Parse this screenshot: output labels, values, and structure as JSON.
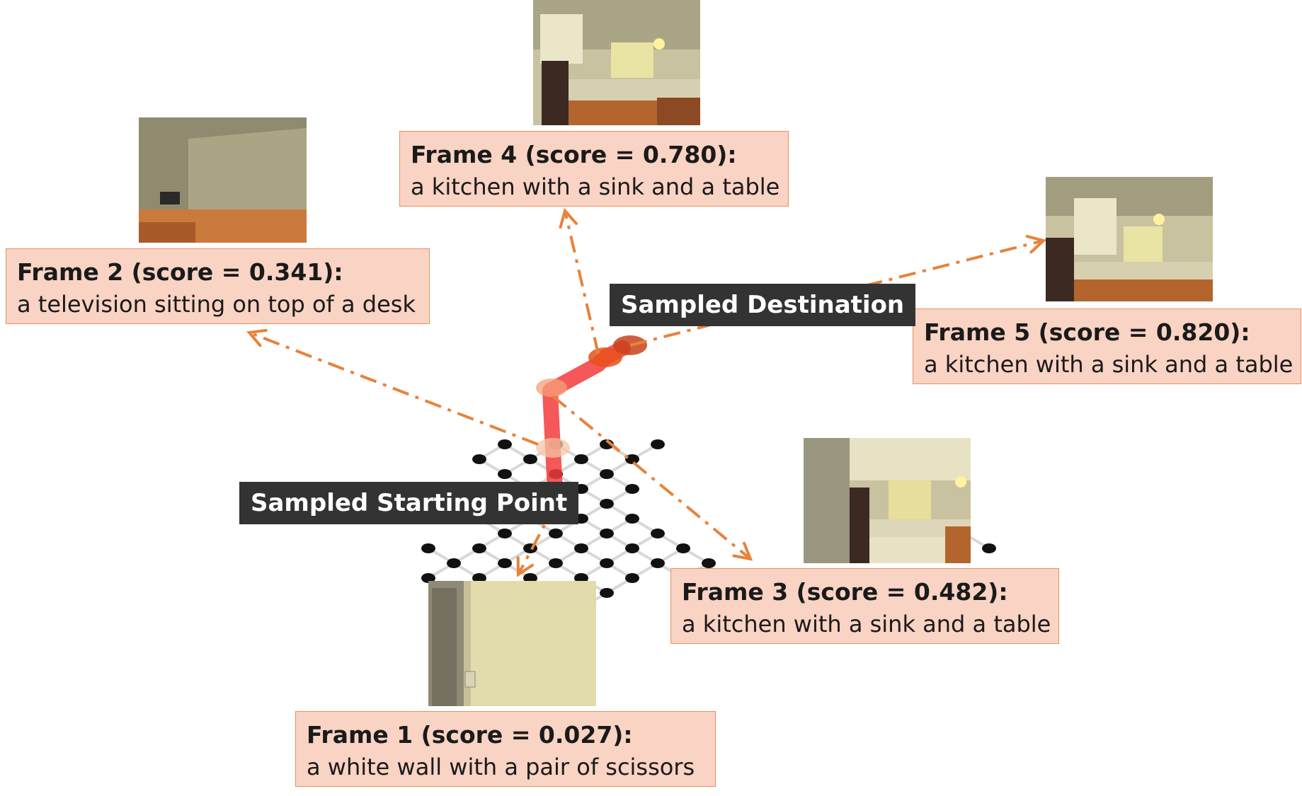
{
  "labels": {
    "destination": "Sampled Destination",
    "start": "Sampled Starting Point"
  },
  "frames": [
    {
      "title": "Frame 1 (score = 0.027):",
      "caption": "a white wall with a pair of scissors"
    },
    {
      "title": "Frame 2 (score = 0.341):",
      "caption": "a television sitting on top of a desk"
    },
    {
      "title": "Frame 3 (score = 0.482):",
      "caption": "a kitchen with a sink and a table"
    },
    {
      "title": "Frame 4 (score = 0.780):",
      "caption": "a kitchen with a sink and a table"
    },
    {
      "title": "Frame 5 (score = 0.820):",
      "caption": "a kitchen with a sink and a table"
    }
  ],
  "colors": {
    "arrow": "#e8823a",
    "path": "#f23b3b",
    "box_fill": "#f9d3c3",
    "box_border": "#e8905f",
    "tag_fill": "#333333",
    "node": "#111111",
    "edge": "#d8d8d8"
  }
}
